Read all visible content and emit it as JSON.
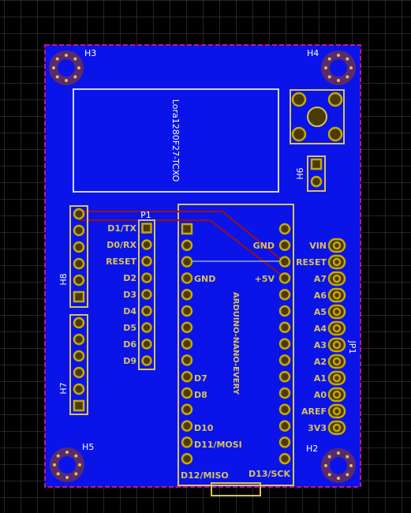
{
  "colors": {
    "background": "#000000",
    "grid": "#4a4a4a",
    "board_fill": "#0a14e8",
    "board_outline": "#c2148c",
    "silkscreen": "#d8c25a",
    "pad_copper": "#c8a800",
    "pad_body": "#4a3c00",
    "mount_hole": "#5a2a6e",
    "trace_red": "#9a1010",
    "outline_white": "#cfd8ff"
  },
  "designators": {
    "h3": "H3",
    "h4": "H4",
    "h5": "H5",
    "h2": "H2",
    "h6": "H6",
    "h7": "H7",
    "h8": "H8",
    "p1": "P1",
    "jp1": "JP1"
  },
  "module_label": "Lora1280F27-TCXO",
  "nano_label": "ARDUINO-NANO-EVERY",
  "p1_pins": [
    "D1/TX",
    "D0/RX",
    "RESET",
    "D2",
    "D3",
    "D4",
    "D5",
    "D6",
    "D9"
  ],
  "nano_left_labels": {
    "gnd": "GND",
    "d7": "D7",
    "d8": "D8",
    "d10": "D10",
    "d11": "D11/MOSI",
    "d12": "D12/MISO"
  },
  "nano_right_labels": {
    "gnd": "GND",
    "v5": "+5V",
    "d13": "D13/SCK"
  },
  "jp1_pins": [
    "VIN",
    "RESET",
    "A7",
    "A6",
    "A5",
    "A4",
    "A3",
    "A2",
    "A1",
    "A0",
    "AREF",
    "3V3"
  ]
}
